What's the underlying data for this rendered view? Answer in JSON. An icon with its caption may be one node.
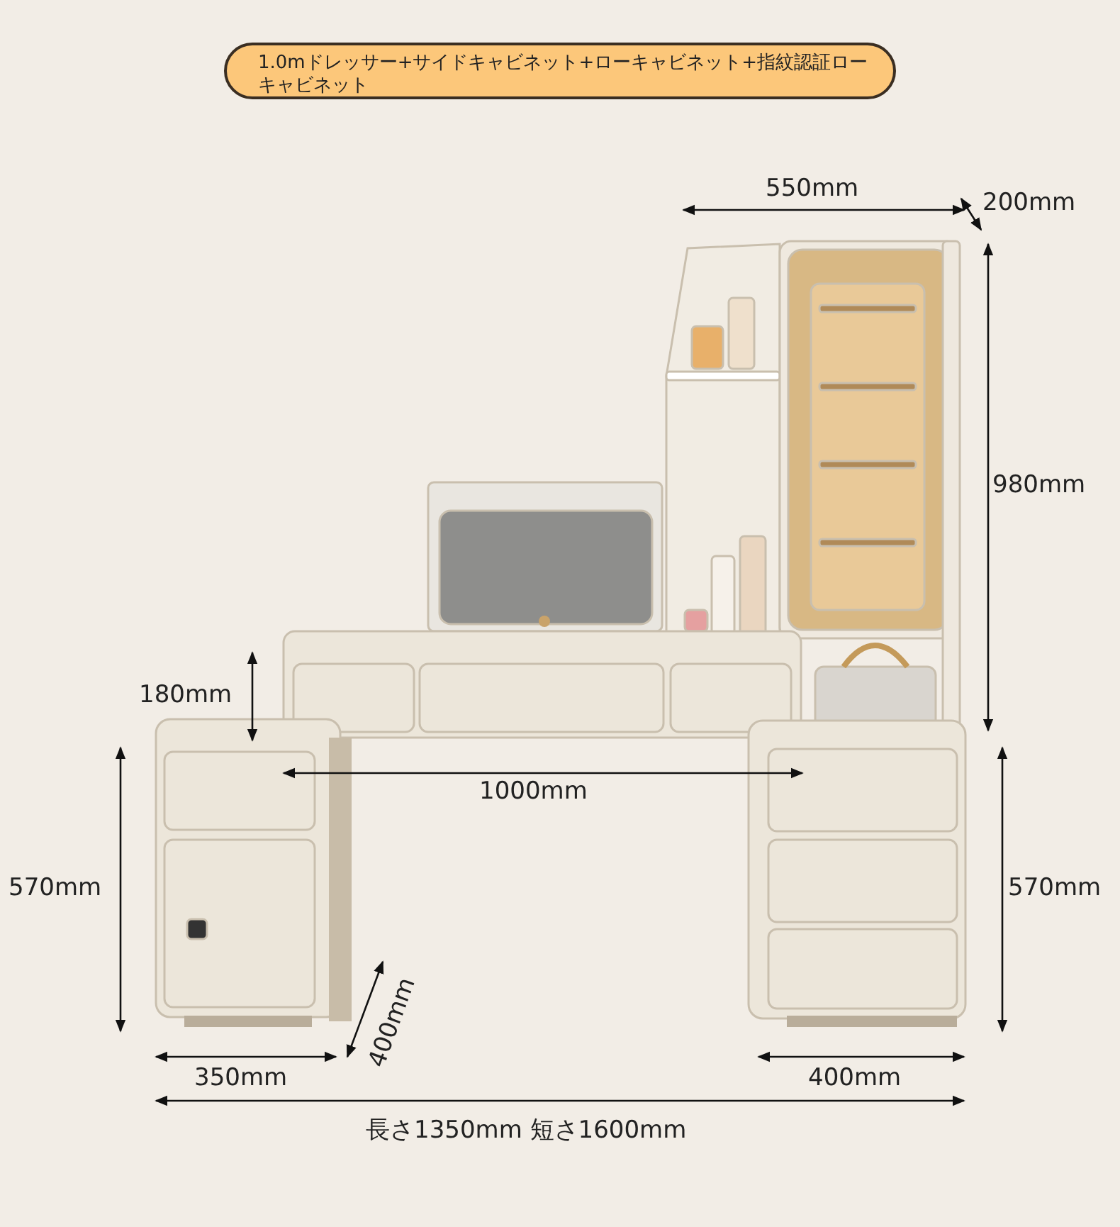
{
  "diagram": {
    "title": "1.0mドレッサー+サイドキャビネット+ローキャビネット+指紋認証ローキャビネット",
    "labels": [
      "550mm",
      "200mm",
      "980mm",
      "180mm",
      "1000mm",
      "570mm",
      "570mm",
      "400mm",
      "350mm",
      "400mm",
      "長さ1350mm 短さ1600mm"
    ]
  }
}
